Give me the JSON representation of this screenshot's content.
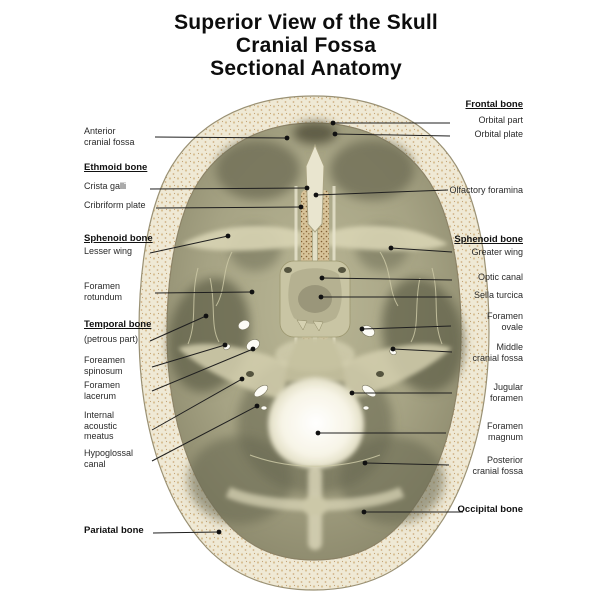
{
  "title": {
    "text": "Superior View of the Skull\nCranial Fossa\nSectional Anatomy"
  },
  "left_labels": [
    "Anterior\ncranial fossa",
    "Ethmoid bone",
    "Crista galli",
    "Cribriform plate",
    "Sphenoid bone",
    "Lesser wing",
    "Foramen\nrotundum",
    "Temporal bone",
    "(petrous part)",
    "Foreamen\nspinosum",
    "Foramen\nlacerum",
    "Internal\nacoustic\nmeatus",
    "Hypoglossal\ncanal",
    "Pariatal bone"
  ],
  "right_labels": [
    "Frontal bone",
    "Orbital part",
    "Orbital plate",
    "Olfactory foramina",
    "Sphenoid bone",
    "Greater wing",
    "Optic canal",
    "Sella turcica",
    "Foramen\novale",
    "Middle\ncranial fossa",
    "Jugular\nforamen",
    "Foramen\nmagnum",
    "Posterior\ncranial fossa",
    "Occipital bone"
  ],
  "colors": {
    "background": "#ffffff",
    "bone_rim": "#efe9d5",
    "bone_speckle": "#d9c093",
    "bone_interior": "#a5a283",
    "bone_shadow": "#6b6a52",
    "foramen_magnum": "#f8f6ec",
    "leader_line": "#1f1f1f",
    "text": "#2a2a2a"
  }
}
